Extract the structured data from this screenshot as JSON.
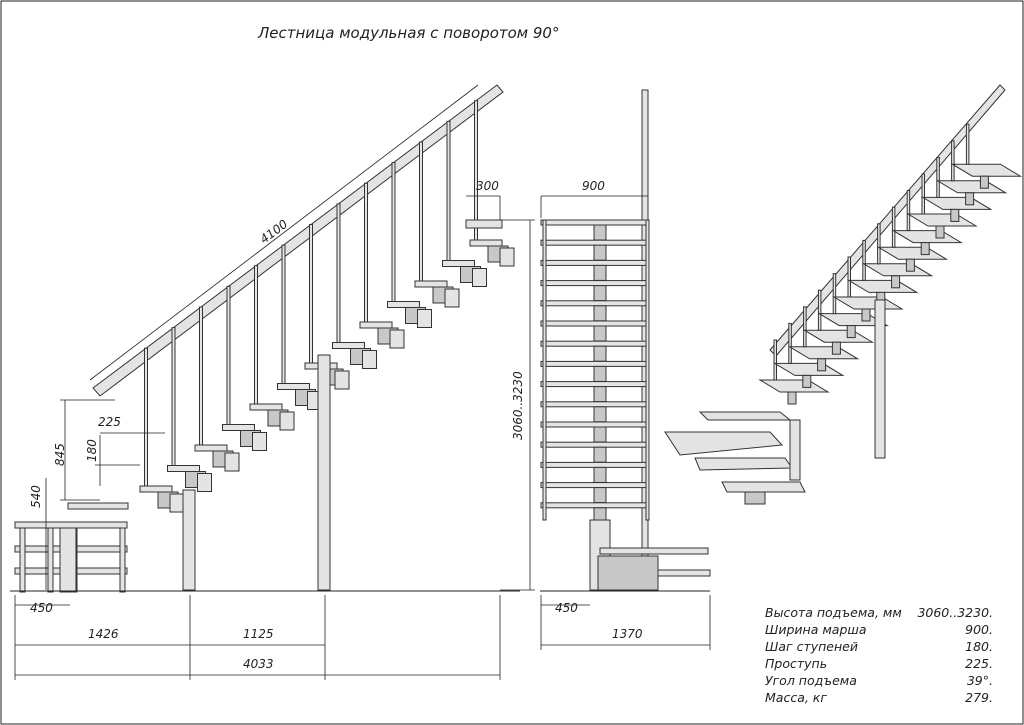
{
  "title": "Лестница модульная с поворотом 90°",
  "dimensions": {
    "handrail_length": "4100",
    "top_offset": "300",
    "tread_depth": "225",
    "rail_height": "845",
    "step_rise": "180",
    "landing_height": "540",
    "landing_width_side": "450",
    "run_first": "1426",
    "run_second": "1125",
    "total_length": "4033",
    "march_width": "900",
    "height_range": "3060..3230",
    "landing_width_front": "450",
    "front_total": "1370"
  },
  "specs": [
    {
      "label": "Высота подъема, мм",
      "value": "3060..3230."
    },
    {
      "label": "Ширина марша",
      "value": "900."
    },
    {
      "label": "Шаг ступеней",
      "value": "180."
    },
    {
      "label": "Проступь",
      "value": "225."
    },
    {
      "label": "Угол подъема",
      "value": "39°."
    },
    {
      "label": "Масса, кг",
      "value": "279."
    }
  ]
}
